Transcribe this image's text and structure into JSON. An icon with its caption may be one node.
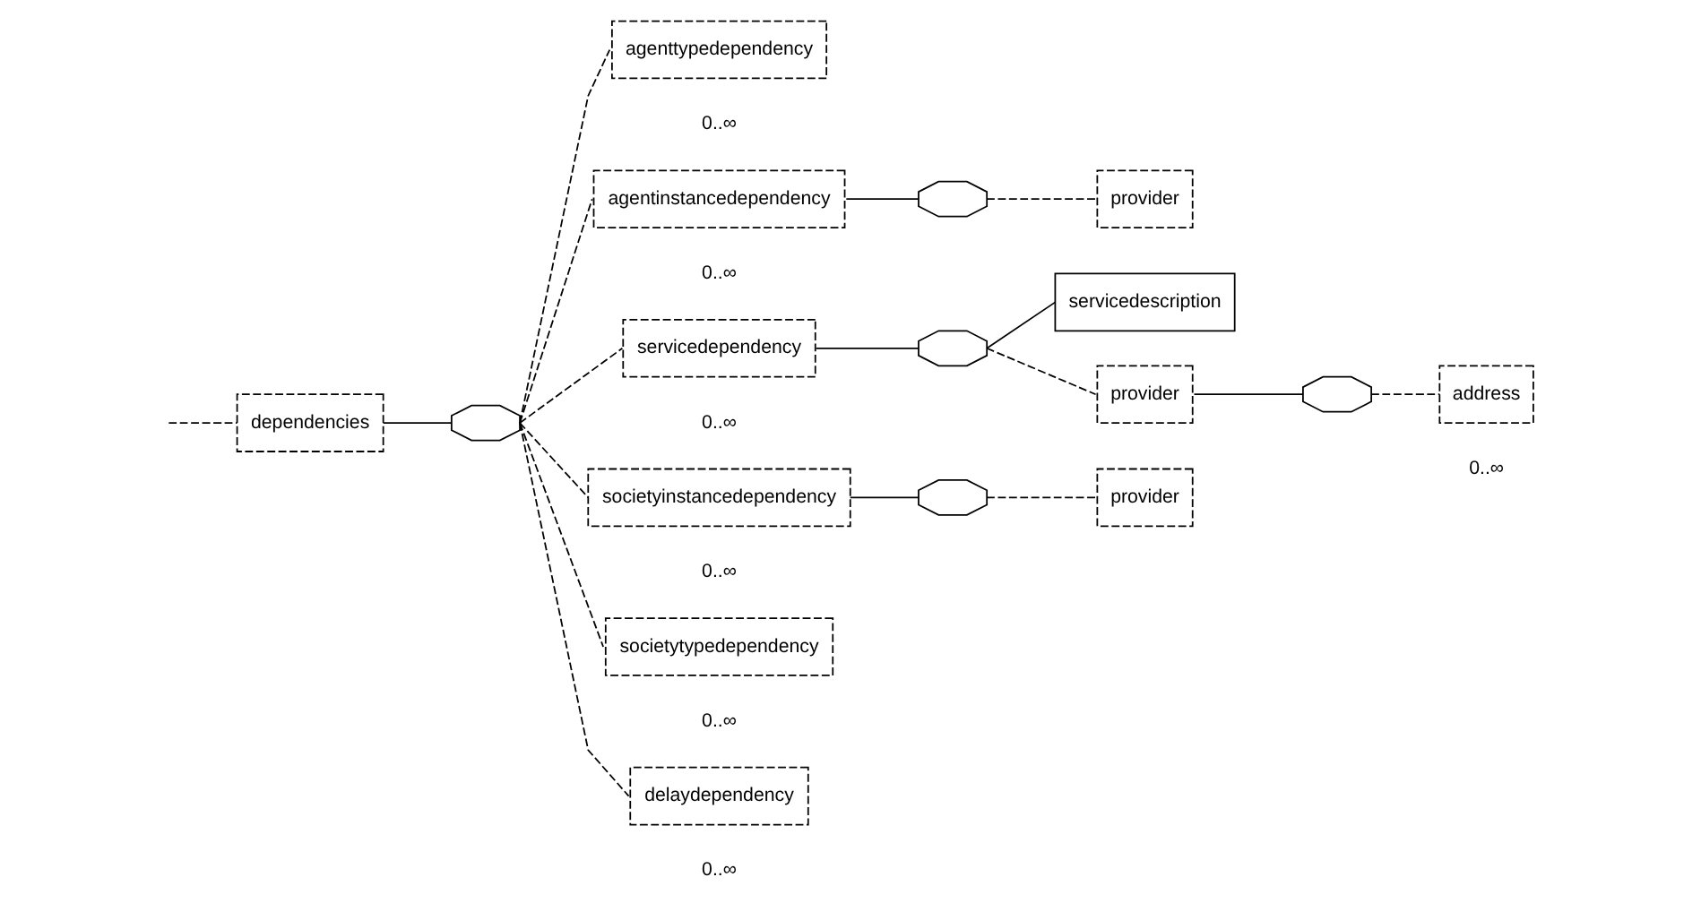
{
  "diagram": {
    "nodes": [
      {
        "text": [
          "dependencies"
        ]
      },
      {
        "text": [],
        "shape": "octagon"
      },
      {
        "text": [
          "agenttypedependency"
        ],
        "beside": [
          "0..∞"
        ]
      },
      {
        "text": [
          "agentinstancedependency"
        ],
        "beside": [
          "0..∞"
        ]
      },
      {
        "text": [],
        "shape": "octagon"
      },
      {
        "text": [
          "provider"
        ]
      },
      {
        "text": [
          "servicedependency"
        ],
        "beside": [
          "0..∞"
        ]
      },
      {
        "text": [],
        "shape": "octagon"
      },
      {
        "text": [
          "servicedescription"
        ]
      },
      {
        "text": [
          "provider"
        ]
      },
      {
        "text": [],
        "shape": "octagon"
      },
      {
        "text": [
          "address"
        ],
        "beside": [
          "0..∞"
        ]
      },
      {
        "text": [
          "societyinstancedependency"
        ],
        "beside": [
          "0..∞"
        ]
      },
      {
        "text": [],
        "shape": "octagon"
      },
      {
        "text": [
          "provider"
        ]
      },
      {
        "text": [
          "societytypedependency"
        ],
        "beside": [
          "0..∞"
        ]
      },
      {
        "text": [
          "delaydependency"
        ],
        "beside": [
          "0..∞"
        ]
      }
    ],
    "edges": [
      {
        "from": null,
        "to": 0,
        "arrow": "none",
        "style": "dashed"
      },
      {
        "from": 0,
        "to": 1,
        "arrow": "none"
      },
      {
        "from": 1,
        "to": 2,
        "arrow": "none",
        "style": "dashed"
      },
      {
        "from": 1,
        "to": 3,
        "arrow": "none",
        "style": "dashed"
      },
      {
        "from": 3,
        "to": 4,
        "arrow": "none"
      },
      {
        "from": 4,
        "to": 5,
        "arrow": "none",
        "style": "dashed"
      },
      {
        "from": 1,
        "to": 6,
        "arrow": "none",
        "style": "dashed"
      },
      {
        "from": 6,
        "to": 7,
        "arrow": "none"
      },
      {
        "from": 7,
        "to": 8,
        "arrow": "none"
      },
      {
        "from": 7,
        "to": 9,
        "arrow": "none",
        "style": "dashed"
      },
      {
        "from": 9,
        "to": 10,
        "arrow": "none"
      },
      {
        "from": 10,
        "to": 11,
        "arrow": "none",
        "style": "dashed"
      },
      {
        "from": 1,
        "to": 12,
        "arrow": "none",
        "style": "dashed"
      },
      {
        "from": 12,
        "to": 13,
        "arrow": "none"
      },
      {
        "from": 13,
        "to": 14,
        "arrow": "none",
        "style": "dashed"
      },
      {
        "from": 1,
        "to": 15,
        "arrow": "none",
        "style": "dashed"
      },
      {
        "from": 1,
        "to": 16,
        "arrow": "none",
        "style": "dashed"
      }
    ]
  }
}
